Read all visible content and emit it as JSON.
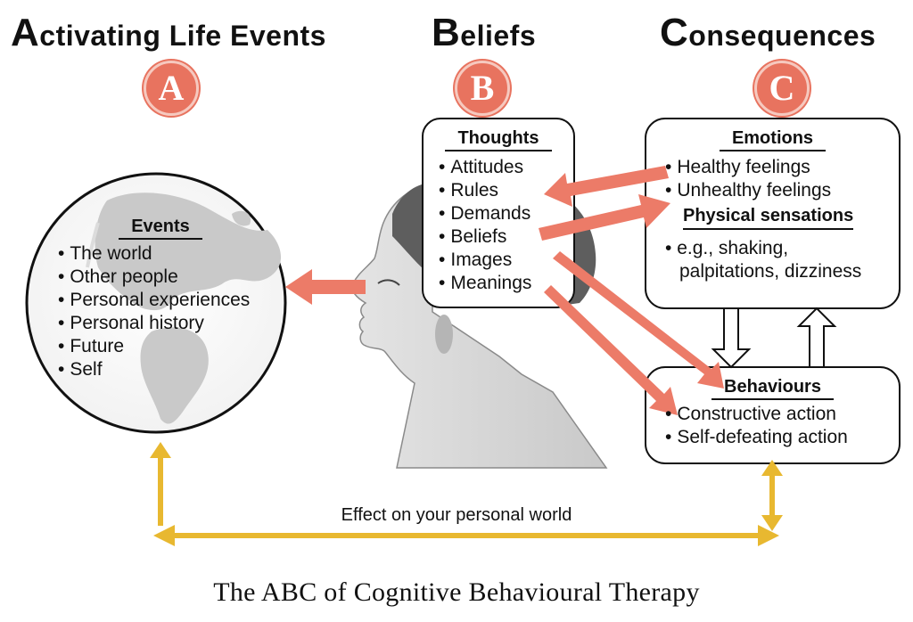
{
  "headers": {
    "a": {
      "cap": "A",
      "rest": "ctivating Life Events",
      "letter": "A"
    },
    "b": {
      "cap": "B",
      "rest": "eliefs",
      "letter": "B"
    },
    "c": {
      "cap": "C",
      "rest": "onsequences",
      "letter": "C"
    }
  },
  "events": {
    "title": "Events",
    "items": [
      "The world",
      "Other people",
      "Personal experiences",
      "Personal history",
      "Future",
      "Self"
    ]
  },
  "thoughts": {
    "title": "Thoughts",
    "items": [
      "Attitudes",
      "Rules",
      "Demands",
      "Beliefs",
      "Images",
      "Meanings"
    ]
  },
  "emotions": {
    "title": "Emotions",
    "items": [
      "Healthy feelings",
      "Unhealthy feelings"
    ],
    "physical_title": "Physical sensations",
    "physical_items": [
      "e.g., shaking,",
      "palpitations, dizziness"
    ]
  },
  "behaviours": {
    "title": "Behaviours",
    "items": [
      "Constructive action",
      "Self-defeating action"
    ]
  },
  "effect_label": "Effect on your personal world",
  "caption": "The ABC of Cognitive Behavioural Therapy",
  "colors": {
    "accent": "#e8735f",
    "arrow": "#ec7b68",
    "gold": "#e8b830"
  }
}
